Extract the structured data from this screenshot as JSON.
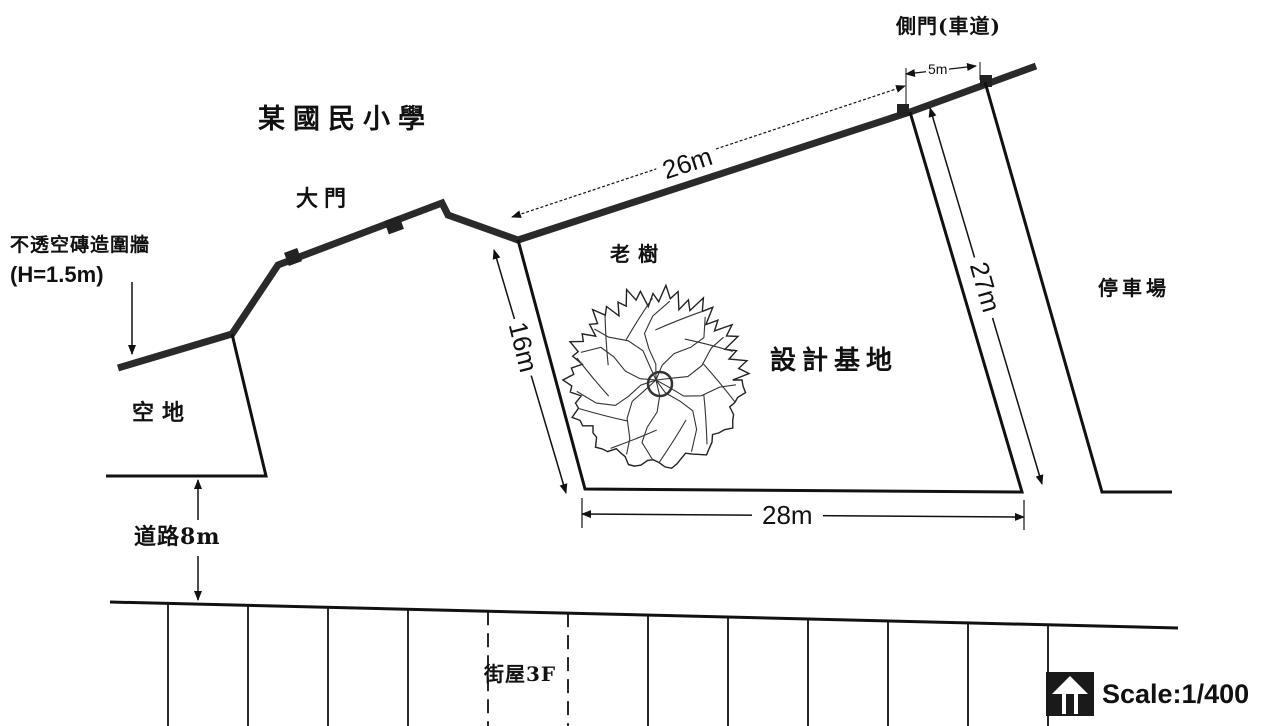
{
  "labels": {
    "school": "某國民小學",
    "main_gate": "大門",
    "wall": "不透空磚造圍牆",
    "wall_height": "(H=1.5m)",
    "vacant_lot": "空地",
    "road": "道路8m",
    "old_tree": "老樹",
    "design_site": "設計基地",
    "parking": "停車場",
    "side_gate": "側門(車道)",
    "street_houses": "街屋3F",
    "scale": "Scale:1/400"
  },
  "dimensions": {
    "top_edge": "26m",
    "left_edge": "16m",
    "right_edge": "27m",
    "bottom_edge": "28m",
    "side_gate_width": "5m"
  },
  "icons": {
    "north_arrow": "north-arrow-icon",
    "tree": "tree-icon"
  },
  "colors": {
    "line": "#111111",
    "background": "#ffffff"
  }
}
